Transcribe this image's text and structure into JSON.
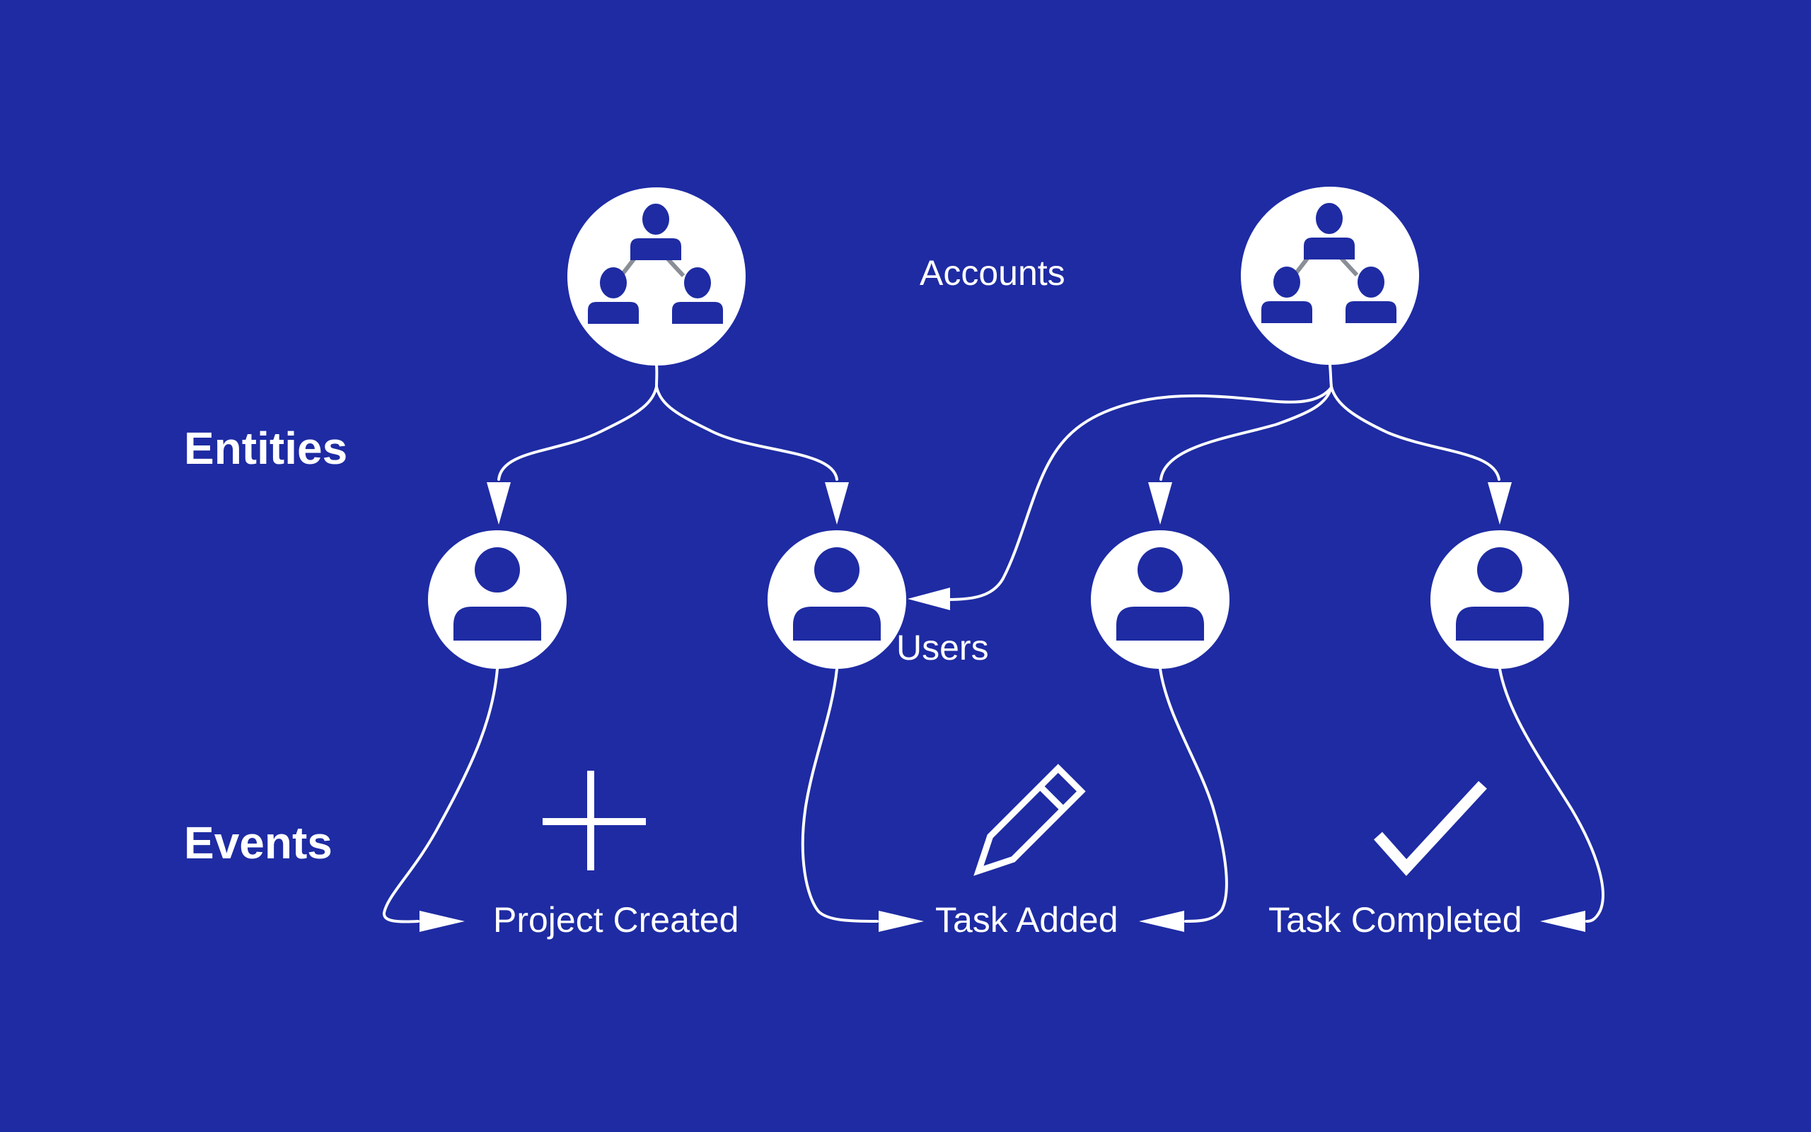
{
  "colors": {
    "background": "#1e2ba3",
    "foreground": "#ffffff",
    "icon_blue": "#1e2ba3",
    "connector_gray": "#8a8e96"
  },
  "sections": {
    "entities": "Entities",
    "events": "Events"
  },
  "nodes": {
    "accounts_label": "Accounts",
    "users_label": "Users",
    "account_icon": "organization-icon",
    "user_icon": "user-icon",
    "account_count": 2,
    "user_count": 4
  },
  "events": [
    {
      "label": "Project Created",
      "icon": "plus-icon"
    },
    {
      "label": "Task Added",
      "icon": "pencil-icon"
    },
    {
      "label": "Task Completed",
      "icon": "checkmark-icon"
    }
  ]
}
